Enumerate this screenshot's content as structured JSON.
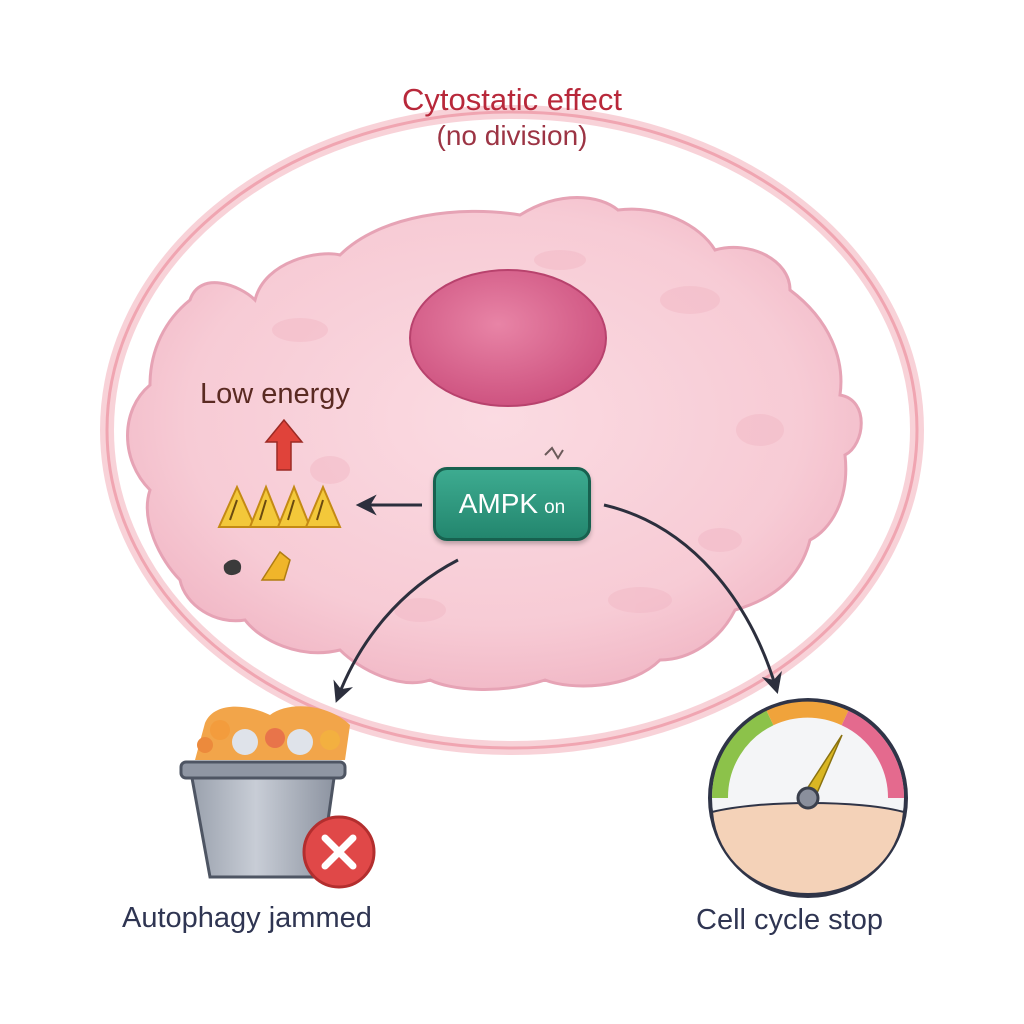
{
  "title": "Cytostatic effect",
  "subtitle": "(no division)",
  "signal_label": "Low energy",
  "switch": {
    "name": "AMPK",
    "state": "on"
  },
  "outcomes": {
    "autophagy": "Autophagy jammed",
    "cell_cycle": "Cell cycle stop"
  },
  "icons": [
    "up-arrow-icon",
    "atp-warning-icon",
    "trash-bin-icon",
    "error-x-icon",
    "gauge-icon"
  ],
  "colors": {
    "title": "#b8283a",
    "cell": "#f7cdd6",
    "nucleus": "#d9608a",
    "switch": "#2e9c80",
    "halo": "#f3a9b4",
    "error": "#e04848"
  }
}
